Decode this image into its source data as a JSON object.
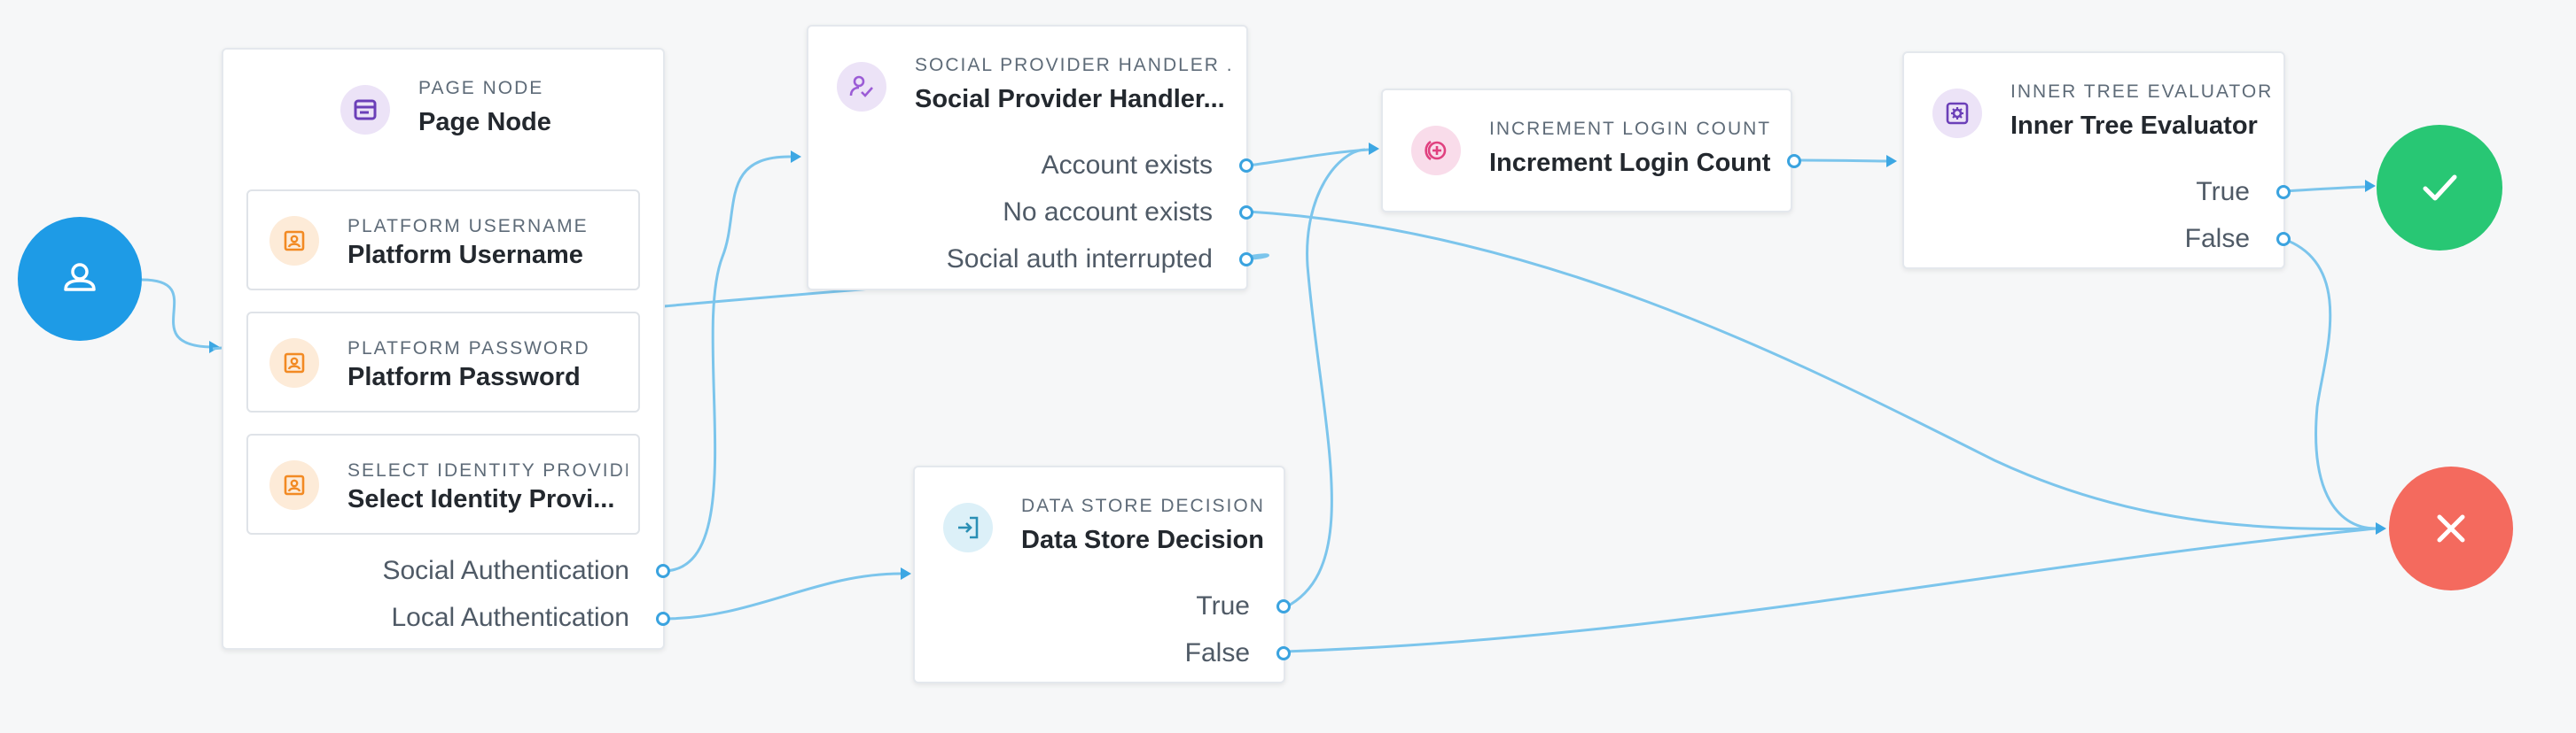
{
  "colors": {
    "start": "#1e9be6",
    "success": "#28c774",
    "failure": "#f46a5e",
    "wire": "#7cc5ec",
    "port": "#3aa3df"
  },
  "nodes": {
    "start": {
      "icon": "user-icon"
    },
    "page_node": {
      "kind": "PAGE NODE",
      "title": "Page Node",
      "icon": "page-icon",
      "children": [
        {
          "kind": "PLATFORM USERNAME",
          "title": "Platform Username",
          "icon": "id-card-icon"
        },
        {
          "kind": "PLATFORM PASSWORD",
          "title": "Platform Password",
          "icon": "id-card-icon"
        },
        {
          "kind": "SELECT IDENTITY PROVIDER",
          "title": "Select Identity Provi...",
          "icon": "id-card-icon"
        }
      ],
      "outcomes": [
        "Social Authentication",
        "Local Authentication"
      ]
    },
    "social_provider": {
      "kind": "SOCIAL PROVIDER HANDLER ...",
      "title": "Social Provider Handler...",
      "icon": "user-check-icon",
      "outcomes": [
        "Account exists",
        "No account exists",
        "Social auth interrupted"
      ]
    },
    "increment_login": {
      "kind": "INCREMENT LOGIN COUNT",
      "title": "Increment Login Count",
      "icon": "plus-circle-icon"
    },
    "inner_tree": {
      "kind": "INNER TREE EVALUATOR",
      "title": "Inner Tree Evaluator",
      "icon": "gear-square-icon",
      "outcomes": [
        "True",
        "False"
      ]
    },
    "data_store": {
      "kind": "DATA STORE DECISION",
      "title": "Data Store Decision",
      "icon": "sign-in-icon",
      "outcomes": [
        "True",
        "False"
      ]
    },
    "success": {
      "icon": "check-icon"
    },
    "failure": {
      "icon": "close-icon"
    }
  }
}
